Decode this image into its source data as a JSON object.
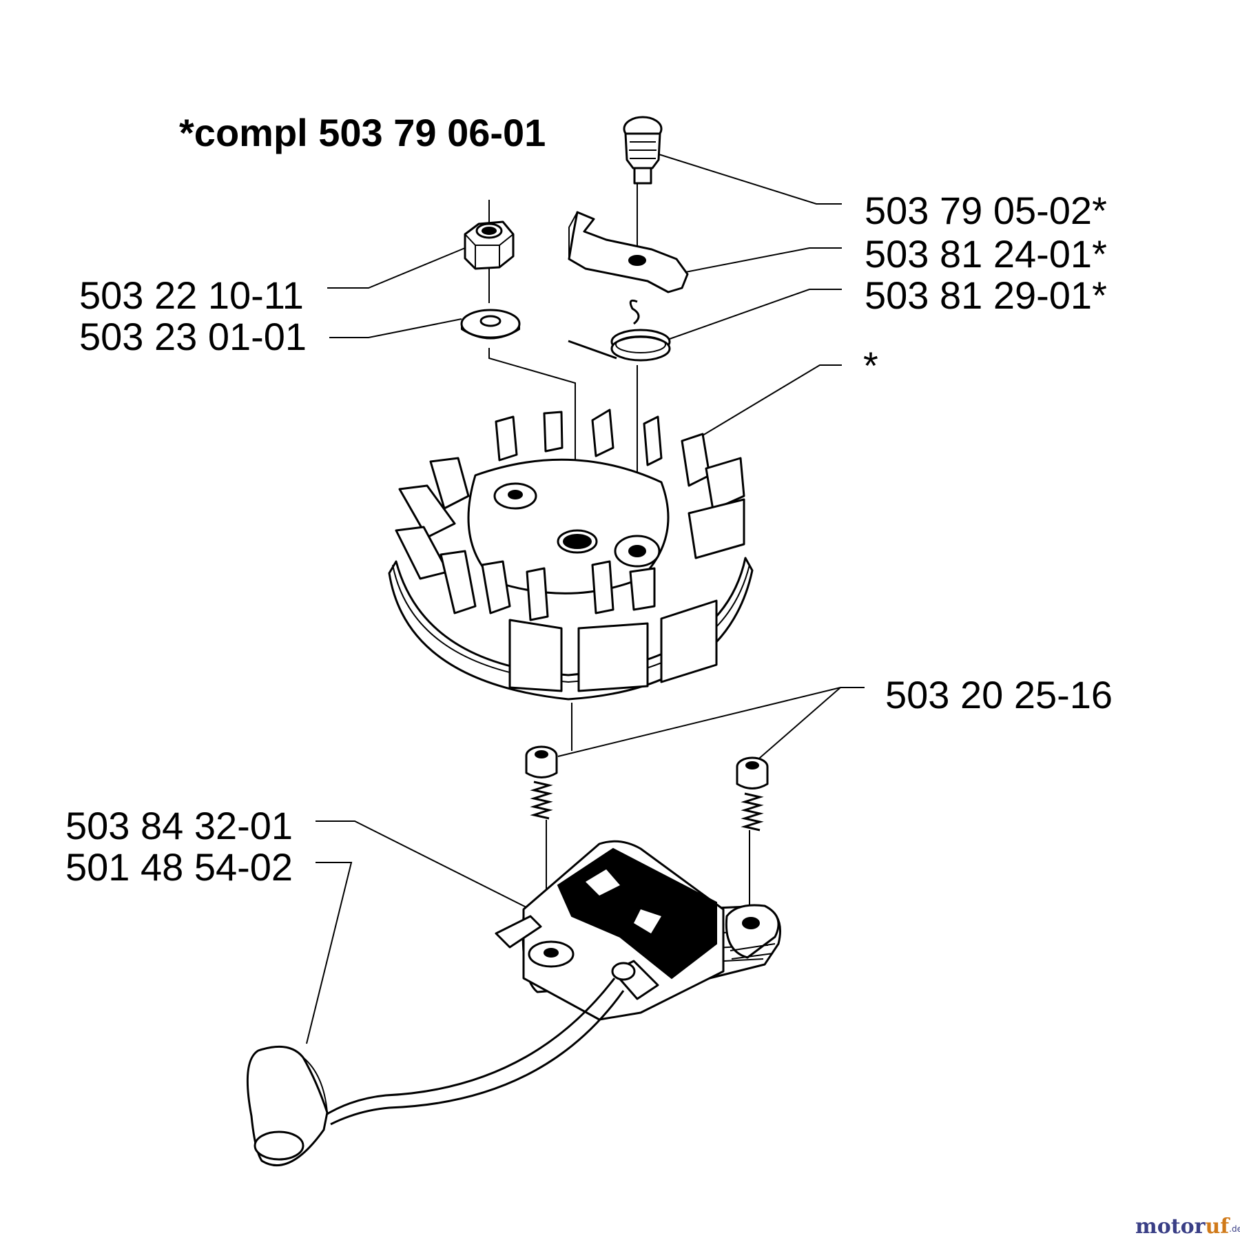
{
  "title": "*compl 503 79 06-01",
  "labels": {
    "pin": "503 79 05-02*",
    "pawl": "503 81 24-01*",
    "spring": "503 81 29-01*",
    "flywheel_star": "*",
    "nut": "503 22 10-11",
    "washer": "503 23 01-01",
    "screws": "503 20 25-16",
    "coil": "503 84 32-01",
    "cap": "501 48 54-02"
  },
  "watermark": {
    "part1": "motor",
    "part2": "uf",
    "suffix": ".de"
  },
  "colors": {
    "ink": "#000000",
    "watermark_blue": "#3a3f86",
    "watermark_orange": "#d07a1a"
  }
}
